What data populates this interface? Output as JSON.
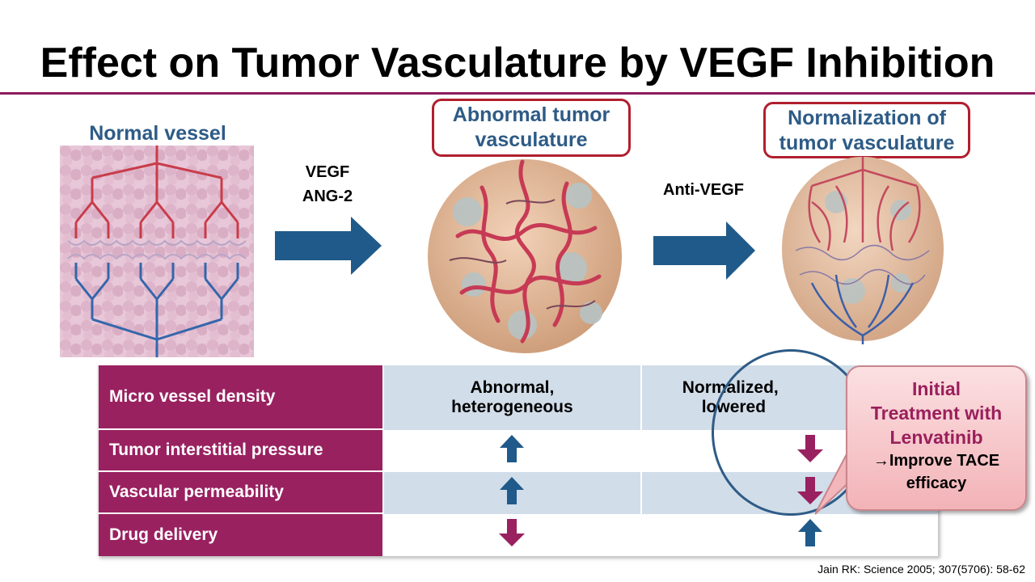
{
  "title": "Effect on Tumor Vasculature by VEGF Inhibition",
  "panels": {
    "normal_label": "Normal vessel",
    "abnormal_label": "Abnormal tumor vasculature",
    "abnormal_label_line1": "Abnormal tumor",
    "abnormal_label_line2": "vasculature",
    "normalized_label_line1": "Normalization of",
    "normalized_label_line2": "tumor vasculature"
  },
  "stimuli": {
    "first_line1": "VEGF",
    "first_line2": "ANG-2",
    "second": "Anti-VEGF"
  },
  "table": {
    "rows": [
      {
        "label": "Micro vessel density",
        "abnormal": "Abnormal, heterogeneous",
        "abnormal_line1": "Abnormal,",
        "abnormal_line2": "heterogeneous",
        "normalized_line1": "Normalized,",
        "normalized_line2": "lowered"
      },
      {
        "label": "Tumor interstitial pressure",
        "abnormal": "up-arrow-icon",
        "normalized": "down-arrow-icon"
      },
      {
        "label": "Vascular permeability",
        "abnormal": "up-arrow-icon",
        "normalized": "down-arrow-icon"
      },
      {
        "label": "Drug delivery",
        "abnormal": "down-arrow-icon",
        "normalized": "up-arrow-icon"
      }
    ]
  },
  "callout": {
    "line1": "Initial",
    "line2": "Treatment with",
    "line3": "Lenvatinib",
    "line4": "→Improve TACE",
    "line5": "efficacy"
  },
  "citation": "Jain RK: Science 2005; 307(5706): 58-62",
  "colors": {
    "title_rule": "#8b1c5e",
    "row_header": "#992160",
    "shade": "#d1dde9",
    "blue_arrow": "#1f5a8a",
    "up_arrow": "#1f5a8a",
    "down_arrow": "#992160",
    "artery": "#c93c4a",
    "vein": "#3466ab"
  }
}
